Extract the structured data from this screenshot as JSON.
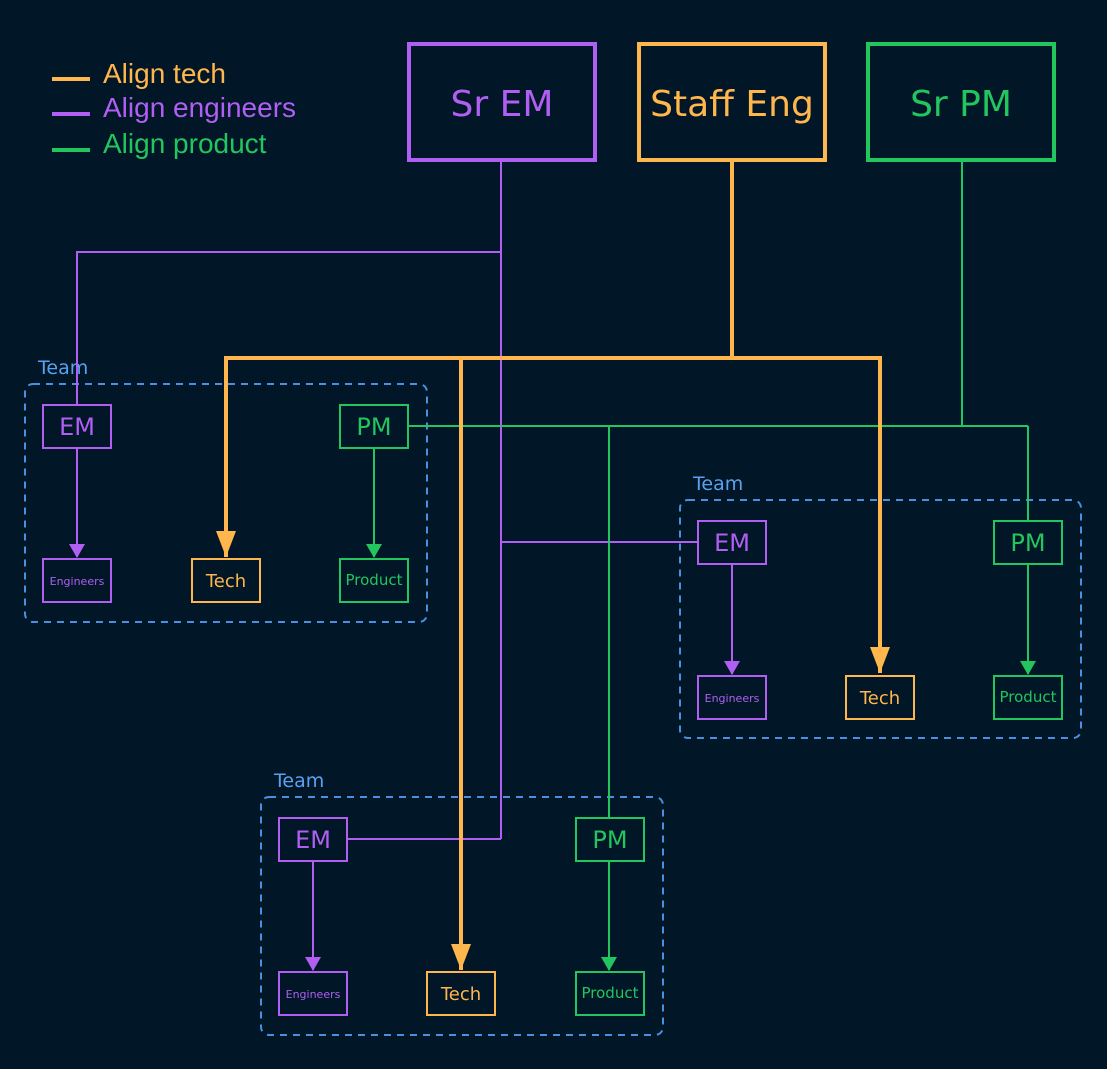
{
  "colors": {
    "background": "#011627",
    "tech": "#ffb74d",
    "engineers": "#b05ff2",
    "product": "#22c55e",
    "team_border": "#4a8fe0",
    "team_label": "#5aa2ef"
  },
  "legend": {
    "tech": "Align tech",
    "engineers": "Align engineers",
    "product": "Align product"
  },
  "leaders": {
    "sr_em": "Sr EM",
    "staff_eng": "Staff Eng",
    "sr_pm": "Sr PM"
  },
  "teams": [
    {
      "label": "Team",
      "em": "EM",
      "pm": "PM",
      "engineers": "Engineers",
      "tech": "Tech",
      "product": "Product"
    },
    {
      "label": "Team",
      "em": "EM",
      "pm": "PM",
      "engineers": "Engineers",
      "tech": "Tech",
      "product": "Product"
    },
    {
      "label": "Team",
      "em": "EM",
      "pm": "PM",
      "engineers": "Engineers",
      "tech": "Tech",
      "product": "Product"
    }
  ]
}
